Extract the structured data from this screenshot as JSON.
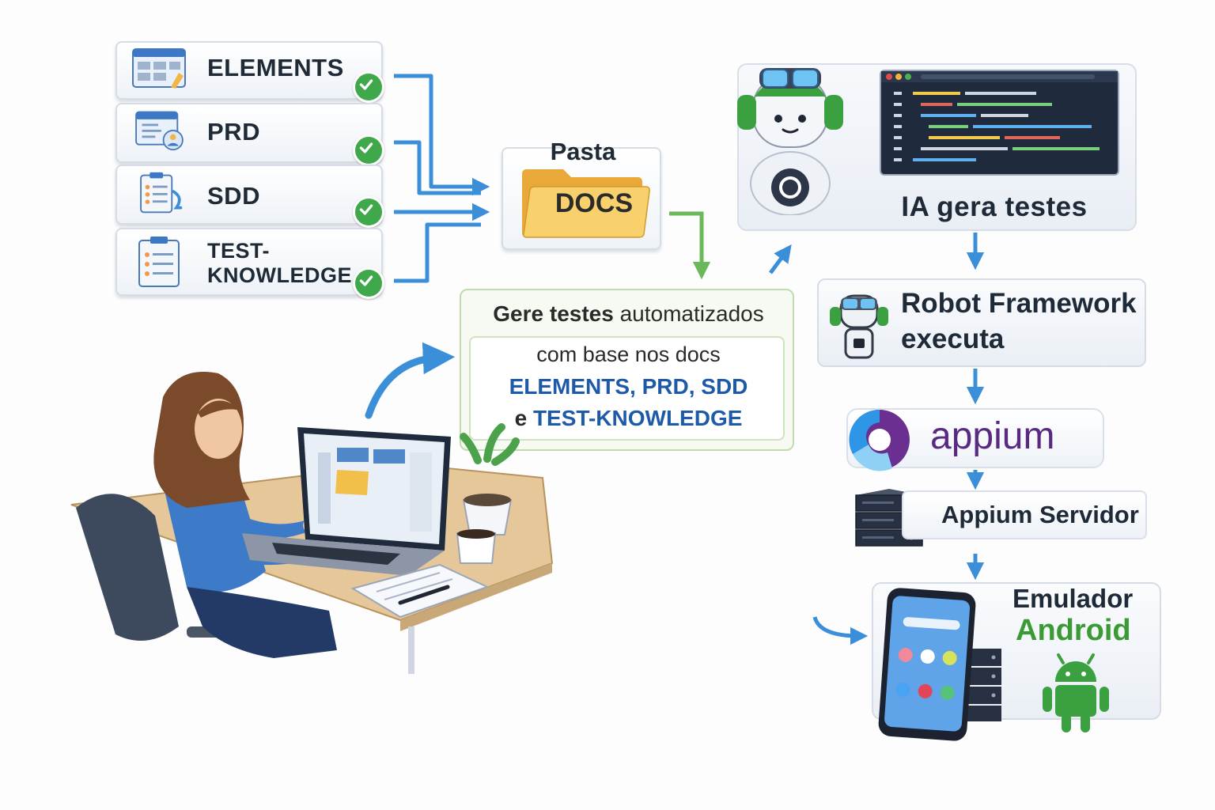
{
  "docs": [
    {
      "label": "ELEMENTS",
      "icon": "layout-grid-icon"
    },
    {
      "label": "PRD",
      "icon": "document-user-icon"
    },
    {
      "label": "SDD",
      "icon": "clipboard-sync-icon"
    },
    {
      "label_line1": "TEST-",
      "label_line2": "KNOWLEDGE",
      "icon": "clipboard-list-icon"
    }
  ],
  "pasta": {
    "title": "Pasta",
    "folder_label": "DOCS"
  },
  "prompt": {
    "line1_bold": "Gere testes",
    "line1_rest": " automatizados",
    "line2": "com base nos docs",
    "line3": "ELEMENTS, PRD, SDD",
    "line4_prefix": "e ",
    "line4_bold": "TEST-KNOWLEDGE"
  },
  "ia": {
    "label": "IA gera testes"
  },
  "robot_framework": {
    "line1": "Robot Framework",
    "line2": "executa"
  },
  "appium": {
    "label": "appium"
  },
  "server": {
    "label": "Appium Servidor"
  },
  "emulator": {
    "line1": "Emulador",
    "line2": "Android"
  },
  "colors": {
    "arrow_blue": "#3b8fd8",
    "arrow_green": "#6bb85a",
    "check_green": "#3fa84a",
    "android_green": "#3a9a34",
    "appium_purple": "#5a2a82",
    "prompt_blue": "#1e5aa8"
  }
}
